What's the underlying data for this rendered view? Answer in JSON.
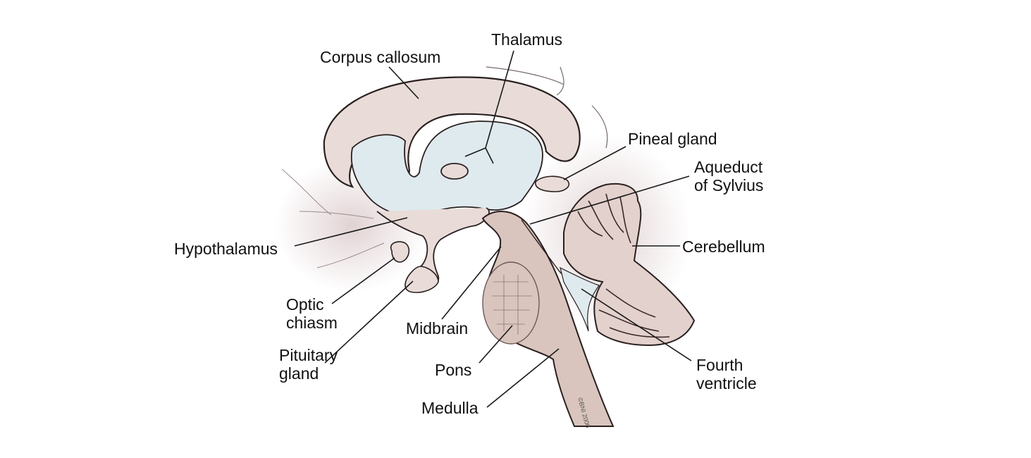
{
  "diagram": {
    "copyright": "©BNI 2000",
    "colors": {
      "tissue": "#e9dcd8",
      "ventricle": "#dfeaee",
      "brainstem": "#d9c5bd",
      "shadow": "#cdb8b6",
      "ink": "#2a2020",
      "foliage": "#e3d1cd"
    },
    "labels": {
      "thalamus": "Thalamus",
      "corpus_callosum": "Corpus callosum",
      "pineal_gland": "Pineal gland",
      "aqueduct": {
        "line1": "Aqueduct",
        "line2": "of Sylvius"
      },
      "cerebellum": "Cerebellum",
      "hypothalamus": "Hypothalamus",
      "optic_chiasm": {
        "line1": "Optic",
        "line2": "chiasm"
      },
      "pituitary_gland": {
        "line1": "Pituitary",
        "line2": "gland"
      },
      "midbrain": "Midbrain",
      "pons": "Pons",
      "medulla": "Medulla",
      "fourth_ventricle": {
        "line1": "Fourth",
        "line2": "ventricle"
      }
    }
  }
}
